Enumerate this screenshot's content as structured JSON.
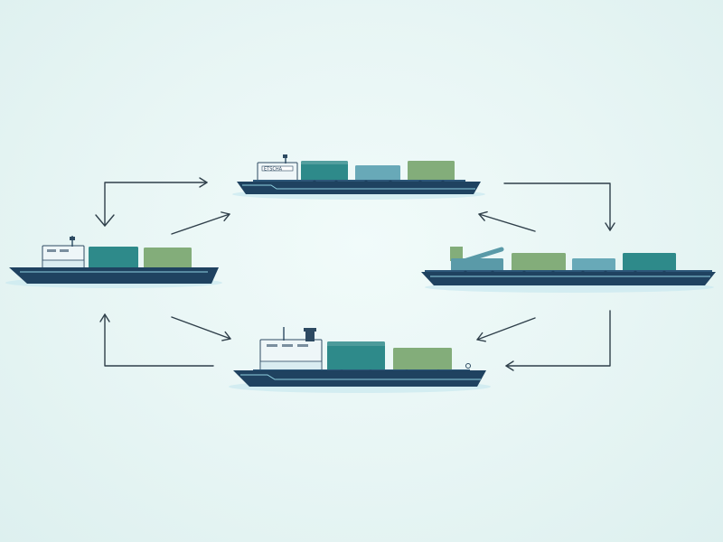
{
  "diagram": {
    "ships": [
      {
        "id": "ship-top",
        "hull_label": "ETSCHA",
        "containers": [
          "#2e8a8a",
          "#68a9b8",
          "#83ad7a"
        ]
      },
      {
        "id": "ship-left",
        "containers": [
          "#2e8a8a",
          "#83ad7a"
        ]
      },
      {
        "id": "ship-right",
        "containers": [
          "#5a9aa8",
          "#83ad7a",
          "#68a9b8",
          "#2e8a8a"
        ]
      },
      {
        "id": "ship-bottom",
        "containers": [
          "#2e8a8a",
          "#83ad7a"
        ]
      }
    ],
    "colors": {
      "hull": "#1f4260",
      "arrow": "#2f3f4a",
      "background": "#e7f5f4"
    }
  }
}
